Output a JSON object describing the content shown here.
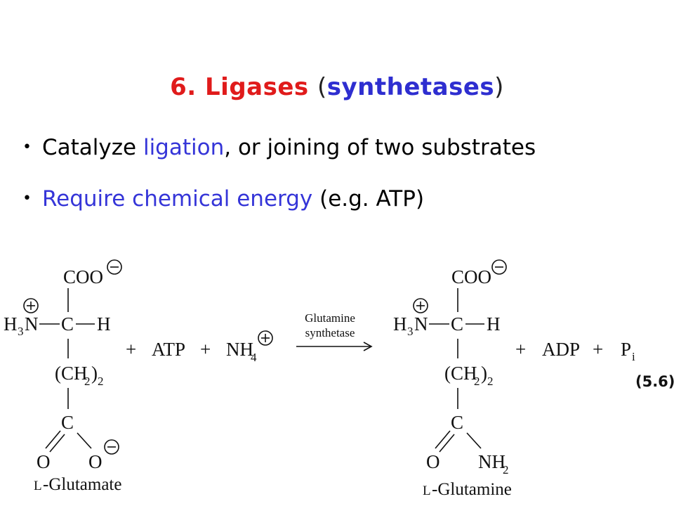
{
  "title": {
    "number": "6.",
    "word": "Ligases",
    "paren_open": "(",
    "alt": "synthetases",
    "paren_close": ")"
  },
  "bullets": [
    {
      "plain_before": "Catalyze ",
      "highlight": "ligation",
      "plain_after": ", or joining of two substrates"
    },
    {
      "highlight": "Require chemical energy",
      "plain_after": " (e.g. ATP)"
    }
  ],
  "reaction": {
    "left": {
      "carboxylate": "COO",
      "amine": "H",
      "amine_sub": "3",
      "amine_n": "N",
      "alpha_c": "C",
      "alpha_h": "H",
      "chain": "(CH",
      "chain_sub1": "2",
      "chain_close": ")",
      "chain_sub2": "2",
      "carbonyl_c": "C",
      "o1": "O",
      "o2": "O",
      "name_prefix": "L",
      "name": "-Glutamate"
    },
    "plus1": "+",
    "atp": "ATP",
    "plus2": "+",
    "ammonium": "NH",
    "ammonium_sub": "4",
    "enzyme_line1": "Glutamine",
    "enzyme_line2": "synthetase",
    "right": {
      "carboxylate": "COO",
      "amine": "H",
      "amine_sub": "3",
      "amine_n": "N",
      "alpha_c": "C",
      "alpha_h": "H",
      "chain": "(CH",
      "chain_sub1": "2",
      "chain_close": ")",
      "chain_sub2": "2",
      "carbonyl_c": "C",
      "o1": "O",
      "amide": "NH",
      "amide_sub": "2",
      "name_prefix": "L",
      "name": "-Glutamine"
    },
    "plus3": "+",
    "adp": "ADP",
    "plus4": "+",
    "pi": "P",
    "pi_sub": "i",
    "equation_number": "(5.6)"
  },
  "colors": {
    "title_red": "#e01b1b",
    "title_blue": "#2e2ed0",
    "highlight_blue": "#3535d8"
  }
}
